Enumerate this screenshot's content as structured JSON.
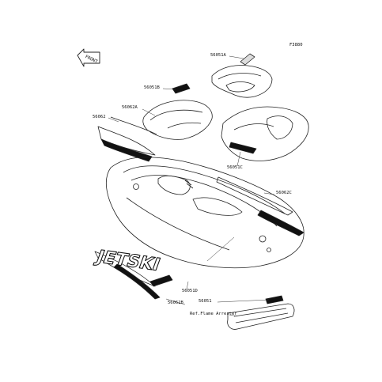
{
  "figure_code": "F3880",
  "front_label": "FRONT",
  "labels": {
    "p56051a": "56051A",
    "p56051b": "56051B",
    "p56062a": "56062A",
    "p56062": "56062",
    "p56051c": "56051C",
    "p56062c": "56062C",
    "p56051d": "56051D",
    "p56062b": "56062B",
    "p56051": "56051",
    "ref_flame": "Ref.Flame Arrester"
  },
  "decal_text": "JETSKI",
  "colors": {
    "line": "#222222",
    "fill": "#ffffff",
    "decal": "#111111"
  }
}
